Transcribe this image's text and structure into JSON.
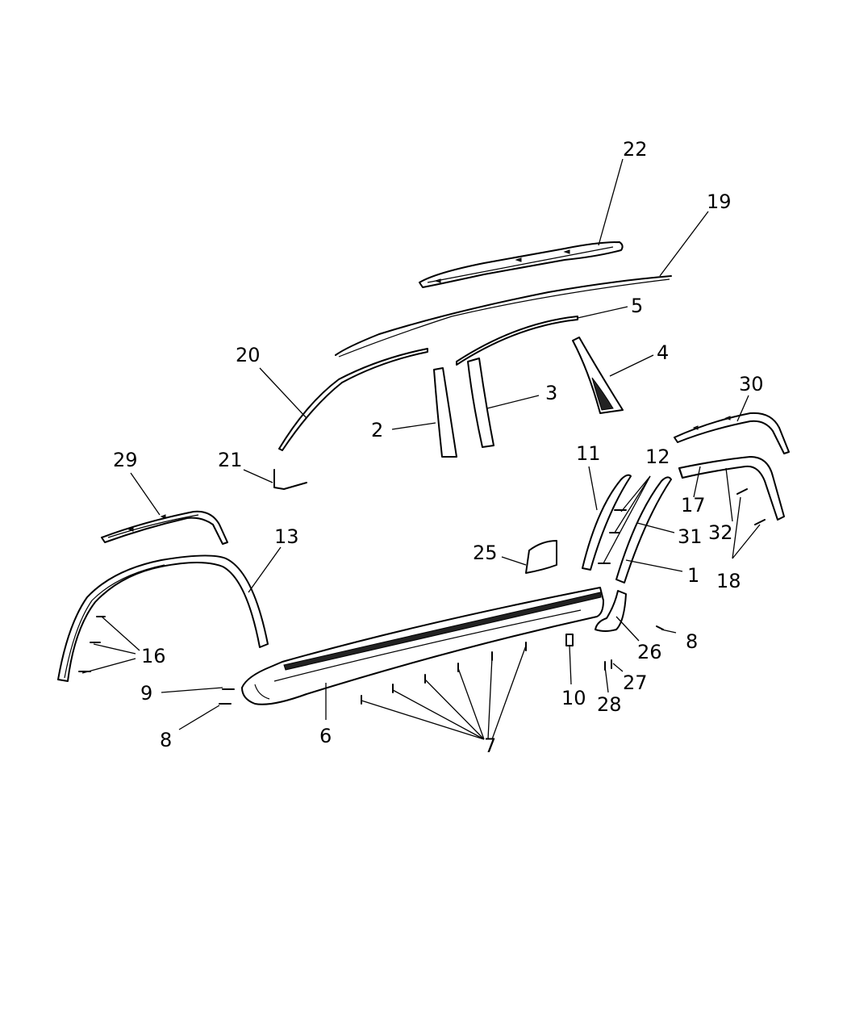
{
  "callouts": {
    "c1": "1",
    "c2": "2",
    "c3": "3",
    "c4": "4",
    "c5": "5",
    "c6": "6",
    "c7": "7",
    "c8a": "8",
    "c8b": "8",
    "c9": "9",
    "c10": "10",
    "c11": "11",
    "c12": "12",
    "c13": "13",
    "c16": "16",
    "c17": "17",
    "c18": "18",
    "c19": "19",
    "c20": "20",
    "c21": "21",
    "c22": "22",
    "c25": "25",
    "c26": "26",
    "c27": "27",
    "c28": "28",
    "c29": "29",
    "c30": "30",
    "c31": "31",
    "c32": "32"
  }
}
